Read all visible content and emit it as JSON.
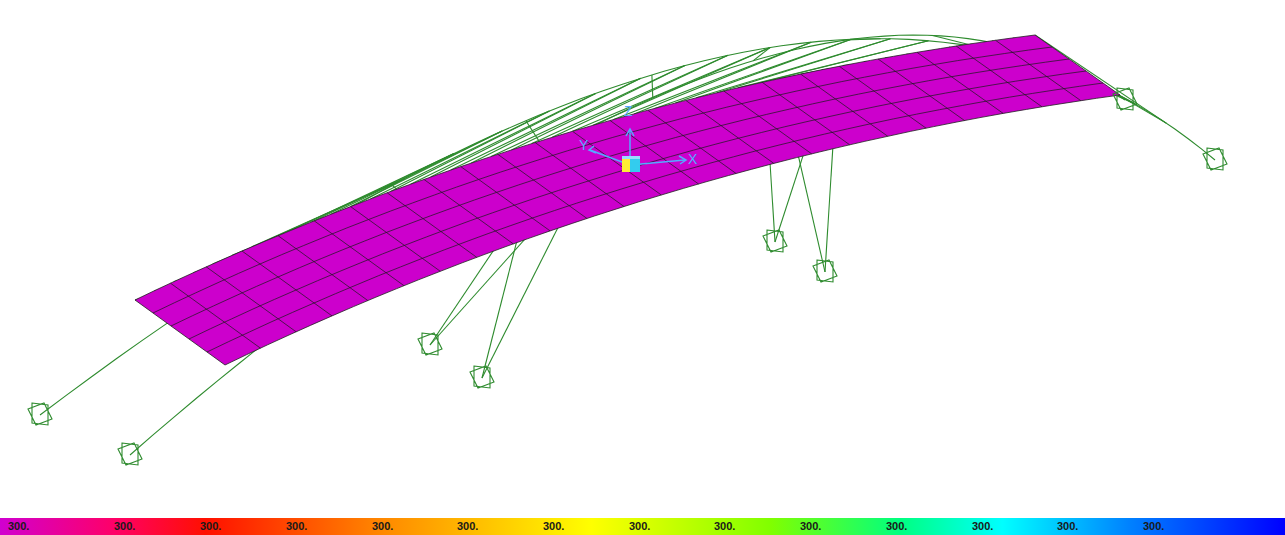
{
  "diagram": {
    "labels": [
      "Z",
      "Y",
      "X",
      "300.",
      "300.",
      "300.",
      "300.",
      "300.",
      "300.",
      "300.",
      "300.",
      "300.",
      "300.",
      "300.",
      "300.",
      "300.",
      "300."
    ]
  }
}
